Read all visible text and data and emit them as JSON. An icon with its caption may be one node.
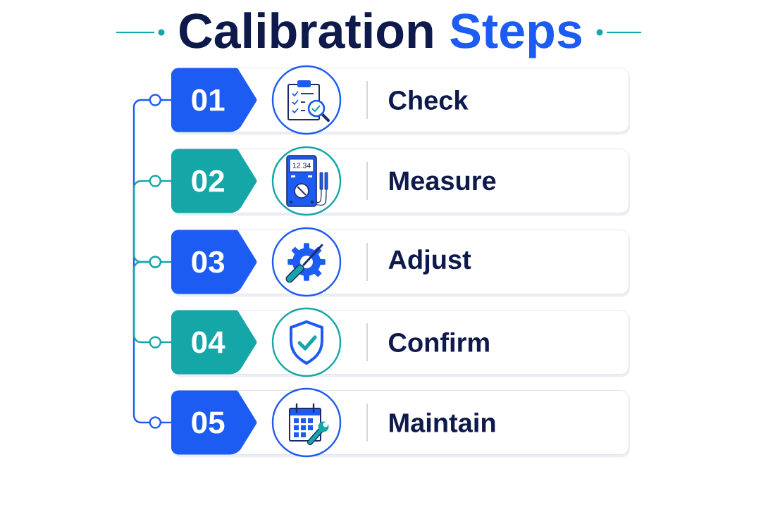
{
  "diagram": {
    "title": "Calibration Steps",
    "nodes": [
      {
        "text": [
          "Check"
        ]
      },
      {
        "text": [
          "01"
        ],
        "in": 0
      },
      {
        "text": [
          "Measure"
        ]
      },
      {
        "text": [
          "02"
        ],
        "in": 2
      },
      {
        "text": [
          "Adjust"
        ]
      },
      {
        "text": [
          "03"
        ],
        "in": 4
      },
      {
        "text": [
          "Confirm"
        ]
      },
      {
        "text": [
          "04"
        ],
        "in": 6
      },
      {
        "text": [
          "Maintain"
        ]
      },
      {
        "text": [
          "05"
        ],
        "in": 8
      }
    ],
    "edges": [
      {
        "from": 1,
        "to": 9,
        "arrow": "other",
        "color": "#1d5cf2"
      },
      {
        "from": 3,
        "to": 5,
        "arrow": "other",
        "color": "#15a6a8"
      },
      {
        "from": 5,
        "to": 7,
        "arrow": "other",
        "color": "#15a6a8"
      }
    ],
    "labels": [
      "12.34"
    ]
  }
}
